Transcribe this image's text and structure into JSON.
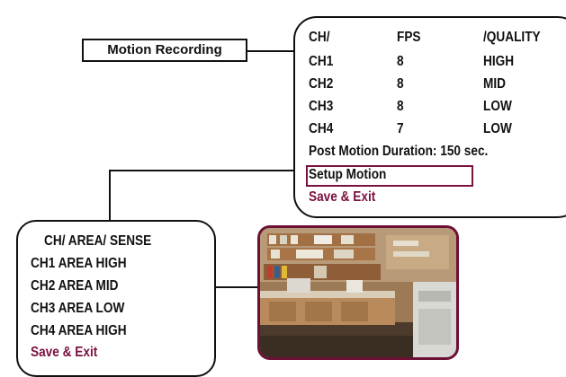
{
  "motion_recording": {
    "label": "Motion Recording"
  },
  "recording_panel": {
    "header": {
      "ch": "CH/",
      "fps": "FPS",
      "quality": "/QUALITY"
    },
    "rows": [
      {
        "ch": "CH1",
        "fps": "8",
        "quality": "HIGH"
      },
      {
        "ch": "CH2",
        "fps": "8",
        "quality": "MID"
      },
      {
        "ch": "CH3",
        "fps": "8",
        "quality": "LOW"
      },
      {
        "ch": "CH4",
        "fps": "7",
        "quality": "LOW"
      }
    ],
    "post_motion_duration": "Post Motion Duration: 150 sec.",
    "setup_motion": "Setup Motion",
    "save_exit": "Save & Exit"
  },
  "motion_panel": {
    "header": "CH/ AREA/ SENSE",
    "rows": [
      "CH1 AREA HIGH",
      "CH2 AREA MID",
      "CH3 AREA LOW",
      "CH4 AREA HIGH"
    ],
    "save_exit": "Save & Exit"
  },
  "colors": {
    "accent": "#7a1240",
    "photo_border": "#6d1035",
    "line": "#111111"
  },
  "photo": {
    "icon": "office-room-photo"
  }
}
